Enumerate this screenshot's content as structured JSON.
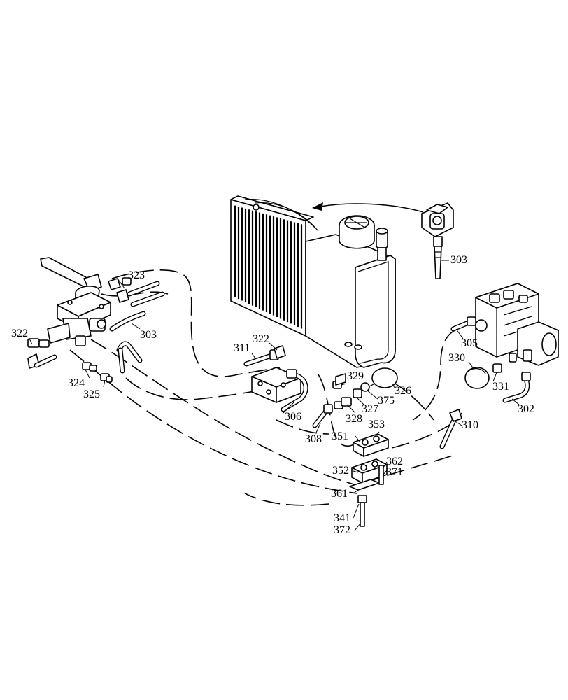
{
  "callouts": [
    {
      "id": "303-top",
      "text": "303"
    },
    {
      "id": "323",
      "text": "323"
    },
    {
      "id": "322-left",
      "text": "322"
    },
    {
      "id": "303-mid",
      "text": "303"
    },
    {
      "id": "324",
      "text": "324"
    },
    {
      "id": "325",
      "text": "325"
    },
    {
      "id": "311",
      "text": "311"
    },
    {
      "id": "322-mid",
      "text": "322"
    },
    {
      "id": "306",
      "text": "306"
    },
    {
      "id": "308",
      "text": "308"
    },
    {
      "id": "329",
      "text": "329"
    },
    {
      "id": "327",
      "text": "327"
    },
    {
      "id": "328",
      "text": "328"
    },
    {
      "id": "375",
      "text": "375"
    },
    {
      "id": "326",
      "text": "326"
    },
    {
      "id": "353",
      "text": "353"
    },
    {
      "id": "351",
      "text": "351"
    },
    {
      "id": "362",
      "text": "362"
    },
    {
      "id": "371",
      "text": "371"
    },
    {
      "id": "352",
      "text": "352"
    },
    {
      "id": "361",
      "text": "361"
    },
    {
      "id": "341",
      "text": "341"
    },
    {
      "id": "372",
      "text": "372"
    },
    {
      "id": "305",
      "text": "305"
    },
    {
      "id": "330",
      "text": "330"
    },
    {
      "id": "331",
      "text": "331"
    },
    {
      "id": "302",
      "text": "302"
    },
    {
      "id": "310",
      "text": "310"
    }
  ],
  "icons": {
    "tank": "hydraulic-tank-icon",
    "radiator": "radiator-grille-icon",
    "pump": "hydraulic-pump-icon",
    "hand_pump": "hand-pump-lever-icon",
    "valve_block": "valve-block-icon",
    "accumulator": "accumulator-icon",
    "clamp": "hose-clamp-icon",
    "filter": "filter-head-icon"
  },
  "colors": {
    "line": "#000000",
    "background": "#ffffff"
  }
}
